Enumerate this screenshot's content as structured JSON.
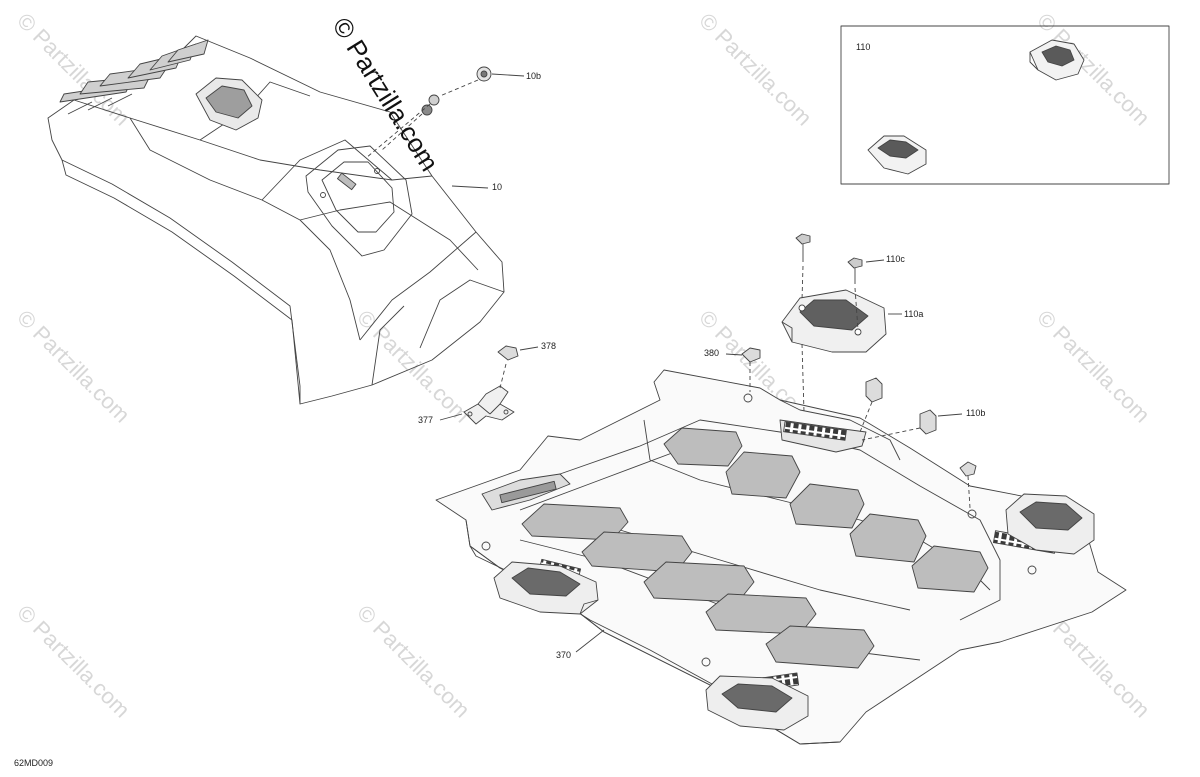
{
  "watermark": {
    "brand": "© Partzilla.com"
  },
  "diagram_code": "62MD009",
  "inset": {
    "label": "110"
  },
  "callouts": {
    "c10b": "10b",
    "c10": "10",
    "c110c": "110c",
    "c110a": "110a",
    "c110b": "110b",
    "c378": "378",
    "c380": "380",
    "c377": "377",
    "c370": "370"
  },
  "colors": {
    "line": "#444444",
    "fill_dark": "#b5b5b5",
    "fill_light": "#eeeeee",
    "watermark": "#d7d7d7"
  }
}
